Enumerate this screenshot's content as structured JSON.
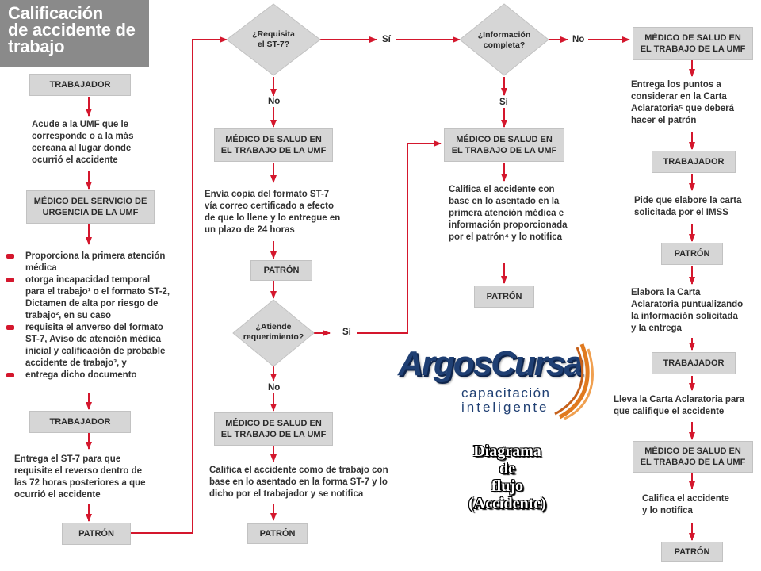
{
  "title": "Calificación\nde accidente de\ntrabajo",
  "col1": {
    "trabajador_1": "TRABAJADOR",
    "text_1": "Acude a la UMF que le\ncorresponde o a la más\ncercana al lugar donde\nocurrió el accidente",
    "medico_servicio": "MÉDICO DEL SERVICIO DE\nURGENCIA DE LA UMF",
    "bullets": [
      "Proporciona la primera atención\nmédica",
      "otorga incapacidad temporal\npara el trabajo¹ o el formato ST-2,\nDictamen de alta por riesgo de\ntrabajo², en su caso",
      "requisita el anverso del formato\nST-7, Aviso de atención médica\ninicial y calificación de probable\naccidente de trabajo³, y",
      "entrega dicho documento"
    ],
    "trabajador_2": "TRABAJADOR",
    "text_2": "Entrega el ST-7 para que\nrequisite el reverso dentro de\nlas 72 horas posteriores a que\nocurrió el accidente",
    "patron": "PATRÓN"
  },
  "col2": {
    "decision_1": "¿Requisita\nel ST-7?",
    "no_1": "No",
    "si_1": "Sí",
    "medico_1": "MÉDICO DE SALUD EN\nEL TRABAJO DE LA UMF",
    "text_1": "Envía copia del formato ST-7\nvía correo certificado a efecto\nde que lo llene y lo entregue en\nun plazo de 24 horas",
    "patron_1": "PATRÓN",
    "decision_2": "¿Atiende\nrequerimiento?",
    "si_2": "Sí",
    "no_2": "No",
    "medico_2": "MÉDICO DE SALUD EN\nEL TRABAJO DE LA UMF",
    "text_2": "Califica el accidente como de trabajo con\nbase en lo asentado en la forma ST-7 y lo\ndicho por el trabajador y se notifica",
    "patron_2": "PATRÓN"
  },
  "col3": {
    "decision": "¿Información\ncompleta?",
    "si": "Sí",
    "no": "No",
    "medico": "MÉDICO DE SALUD EN\nEL TRABAJO DE LA UMF",
    "text": "Califica el accidente con\nbase en lo asentado en la\nprimera atención médica e\ninformación proporcionada\npor el patrón⁴ y lo notifica",
    "patron": "PATRÓN"
  },
  "col4": {
    "medico_1": "MÉDICO DE SALUD EN\nEL TRABAJO DE LA UMF",
    "text_1": "Entrega los puntos a\nconsiderar en la Carta\nAclaratoria⁵ que deberá\nhacer el patrón",
    "trabajador_1": "TRABAJADOR",
    "text_2": "Pide que elabore la carta\nsolicitada por el IMSS",
    "patron_1": "PATRÓN",
    "text_3": "Elabora la Carta\nAclaratoria puntualizando\nla información solicitada\ny la entrega",
    "trabajador_2": "TRABAJADOR",
    "text_4": "Lleva la Carta Aclaratoria para\nque califique el accidente",
    "medico_2": "MÉDICO DE SALUD EN\nEL TRABAJO DE LA UMF",
    "text_5": "Califica el accidente\ny lo notifica",
    "patron_2": "PATRÓN"
  },
  "logo": {
    "name": "ArgosCursa",
    "tagline_1": "capacitación",
    "tagline_2": "inteligente"
  },
  "diagram_label": "Diagrama\nde\nflujo\n(Accidente)",
  "colors": {
    "arrow": "#d4172d",
    "box": "#d6d6d6",
    "title_bg": "#8a8a8a",
    "logo_blue": "#1f3f73",
    "logo_orange": "#e07a1f"
  }
}
